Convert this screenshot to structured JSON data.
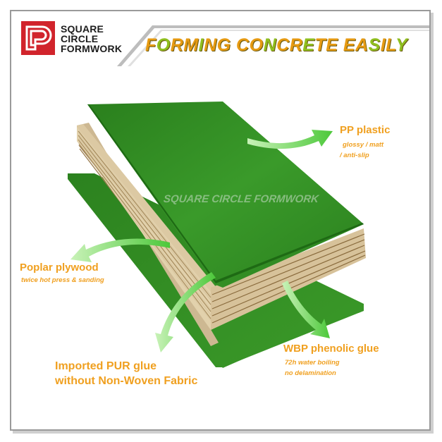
{
  "brand": {
    "line1": "SQUARE",
    "line2": "CIRCLE",
    "line3": "FORMWORK",
    "logo_color": "#d1242c"
  },
  "slogan": "FORMING CONCRETE EASILY",
  "watermark": "SQUARE CIRCLE FORMWORK",
  "colors": {
    "board_green": "#2f8a22",
    "core_beige": "#dcc9a3",
    "callout_orange": "#f0a020",
    "arrow_green": "#5fdc4a"
  },
  "callouts": {
    "pp": {
      "title": "PP plastic",
      "sub1": "glossy / matt",
      "sub2": "/ anti-slip"
    },
    "poplar": {
      "title": "Poplar plywood",
      "sub1": "twice hot press & sanding"
    },
    "pur": {
      "title1": "Imported PUR glue",
      "title2": "without Non-Woven Fabric"
    },
    "wbp": {
      "title": "WBP phenolic glue",
      "sub1": "72h water boiling",
      "sub2": "no delamination"
    }
  }
}
